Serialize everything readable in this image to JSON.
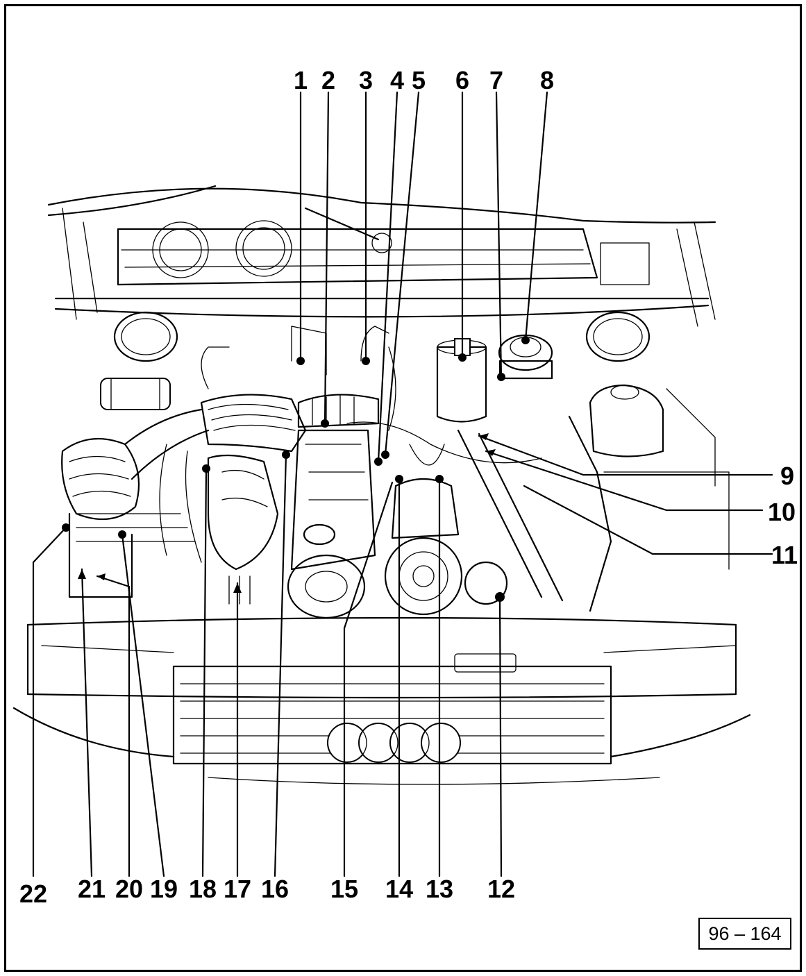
{
  "figure_id": "96 – 164",
  "callouts_top": [
    "1",
    "2",
    "3",
    "4",
    "5",
    "6",
    "7",
    "8"
  ],
  "callouts_right": [
    "9",
    "10",
    "11"
  ],
  "callouts_bottom": [
    "22",
    "21",
    "20",
    "19",
    "18",
    "17",
    "16",
    "15",
    "14",
    "13",
    "12"
  ]
}
